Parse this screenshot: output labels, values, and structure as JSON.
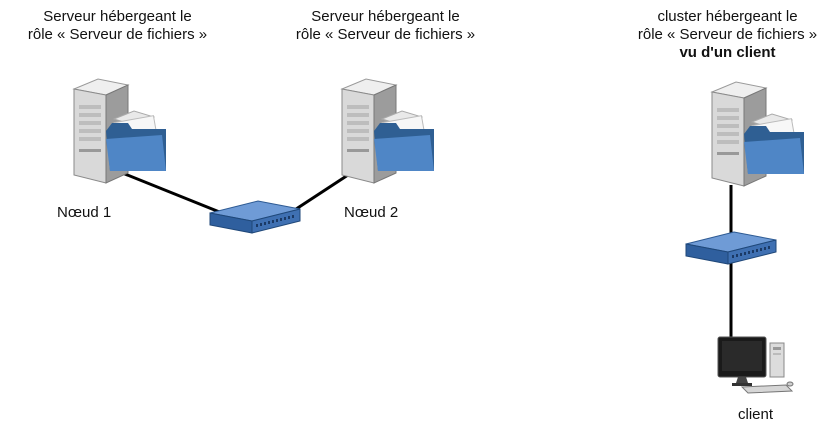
{
  "nodes": [
    {
      "caption_line1": "Serveur hébergeant le",
      "caption_line2": "rôle « Serveur de fichiers »",
      "label": "Nœud 1"
    },
    {
      "caption_line1": "Serveur hébergeant le",
      "caption_line2": "rôle « Serveur de fichiers »",
      "label": "Nœud 2"
    }
  ],
  "cluster": {
    "caption_line1": "cluster hébergeant le",
    "caption_line2": "rôle « Serveur de fichiers »",
    "caption_line3": "vu d'un client"
  },
  "client": {
    "label": "client"
  },
  "icons": {
    "server": "server-with-folder-icon",
    "switch": "network-switch-icon",
    "computer": "desktop-computer-icon"
  },
  "colors": {
    "link": "#000000",
    "folder": "#3a6ea5",
    "switch": "#4a78b8",
    "server": "#d8d8d8"
  }
}
